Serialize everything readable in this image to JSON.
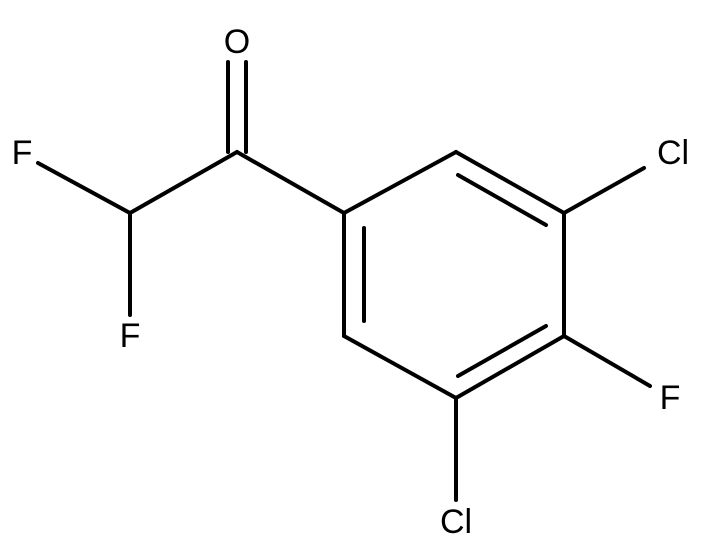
{
  "structure": {
    "atoms": {
      "oxygen": "O",
      "fluorine_top": "F",
      "fluorine_bottom": "F",
      "chlorine_top": "Cl",
      "fluorine_ring": "F",
      "chlorine_bottom": "Cl"
    }
  },
  "colors": {
    "bond": "#000000",
    "label": "#000000",
    "background": "#ffffff"
  }
}
